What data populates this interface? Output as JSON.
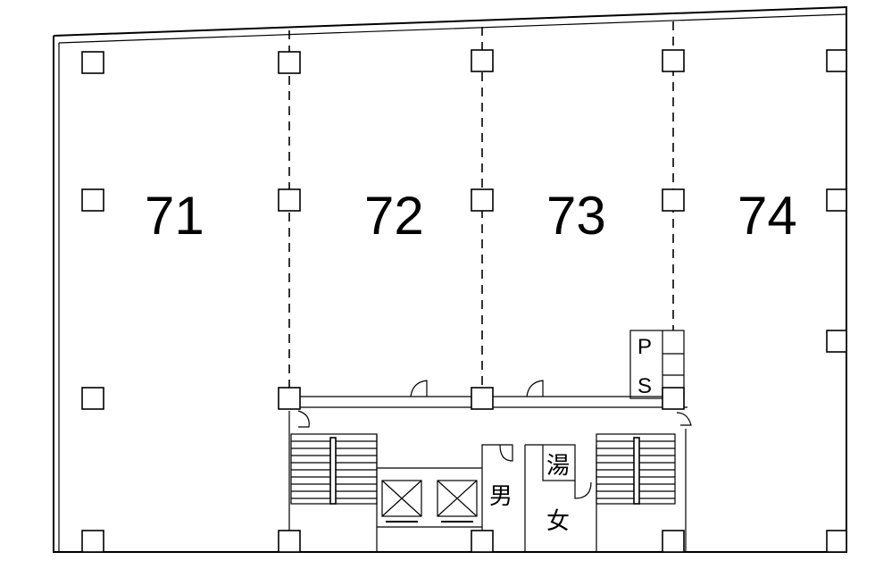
{
  "units": [
    "71",
    "72",
    "73",
    "74"
  ],
  "rooms": {
    "ps_top": "P",
    "ps_bottom": "S",
    "mens_restroom": "男",
    "womens_restroom": "女",
    "kitchenette": "湯"
  }
}
